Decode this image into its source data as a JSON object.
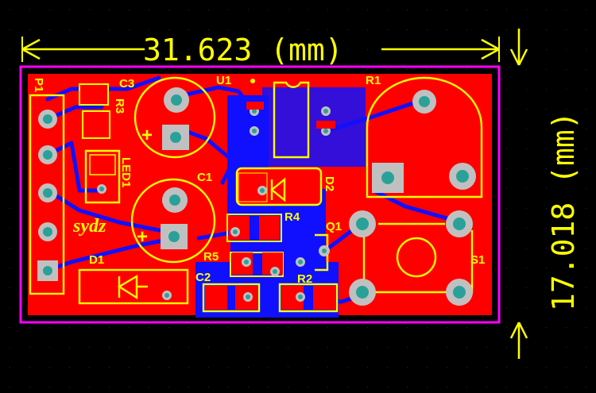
{
  "dimensions": {
    "width_text": "31.623 (mm)",
    "height_text": "17.018 (mm)"
  },
  "board": {
    "logo_text": "sydz"
  },
  "components": {
    "P1": "P1",
    "C3": "C3",
    "R3": "R3",
    "LED1": "LED1",
    "U1": "U1",
    "R1": "R1",
    "C1": "C1",
    "D2": "D2",
    "R4": "R4",
    "Q1": "Q1",
    "S1": "S1",
    "D1": "D1",
    "R5": "R5",
    "C2": "C2",
    "R2": "R2"
  },
  "colors": {
    "background": "#000000",
    "copper_top": "#ff0000",
    "copper_bottom": "#1010ff",
    "silkscreen": "#ffff00",
    "board_outline": "#ff00ff"
  }
}
